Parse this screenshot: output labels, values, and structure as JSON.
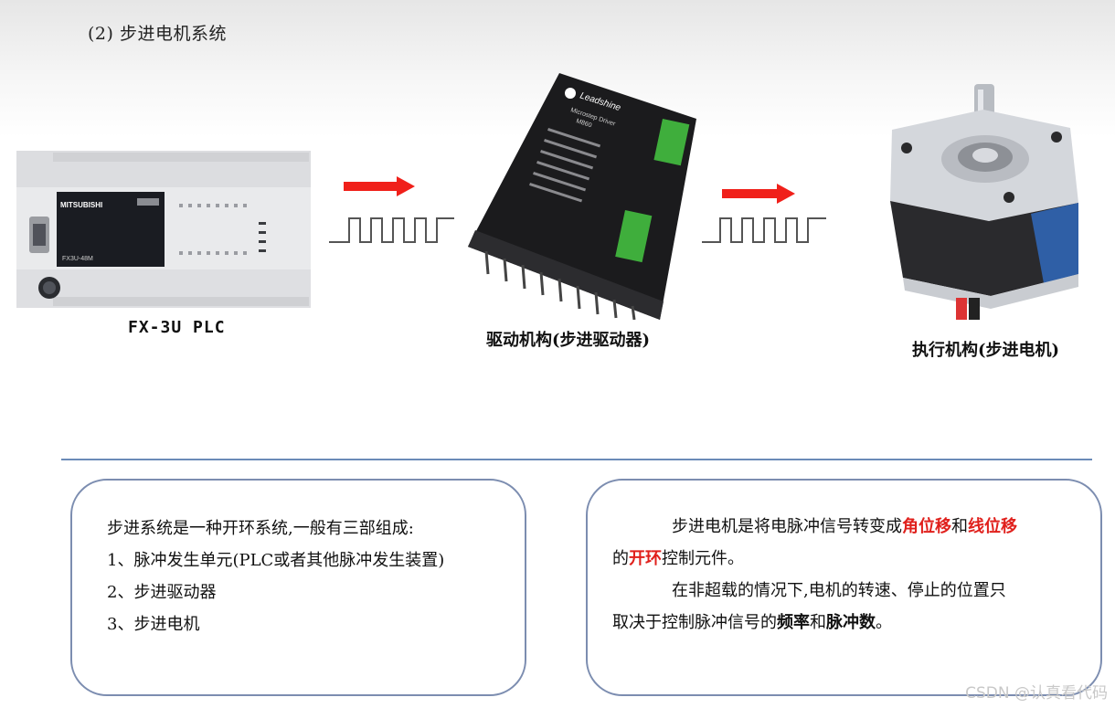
{
  "heading": "(2) 步进电机系统",
  "plc": {
    "label": "FX-3U PLC",
    "brand": "MITSUBISHI",
    "model": "FX3U-48M"
  },
  "driver": {
    "label": "驱动机构(步进驱动器)",
    "brand": "Leadshine",
    "subtitle": "Microstep Driver",
    "model": "M860"
  },
  "motor": {
    "label": "执行机构(步进电机)"
  },
  "left_box": {
    "line1": "步进系统是一种开环系统,一般有三部组成:",
    "line2": "1、脉冲发生单元(PLC或者其他脉冲发生装置)",
    "line3": "2、步进驱动器",
    "line4": "3、步进电机"
  },
  "right_box": {
    "p1_a": "步进电机是将电脉冲信号转变成",
    "p1_red1": "角位移",
    "p1_b": "和",
    "p1_red2": "线位移",
    "p1_c": "的",
    "p1_red3": "开环",
    "p1_d": "控制元件。",
    "p2_a": "在非超载的情况下,电机的转速、停止的位置只",
    "p2_b": "取决于控制脉冲信号的",
    "p2_bold1": "频率",
    "p2_c": "和",
    "p2_bold2": "脉冲数",
    "p2_d": "。"
  },
  "colors": {
    "arrow": "#f0201a",
    "divider": "#6b8bb8",
    "box_border": "#7c8db0",
    "highlight": "#e0201c"
  },
  "watermark": "CSDN @认真看代码"
}
